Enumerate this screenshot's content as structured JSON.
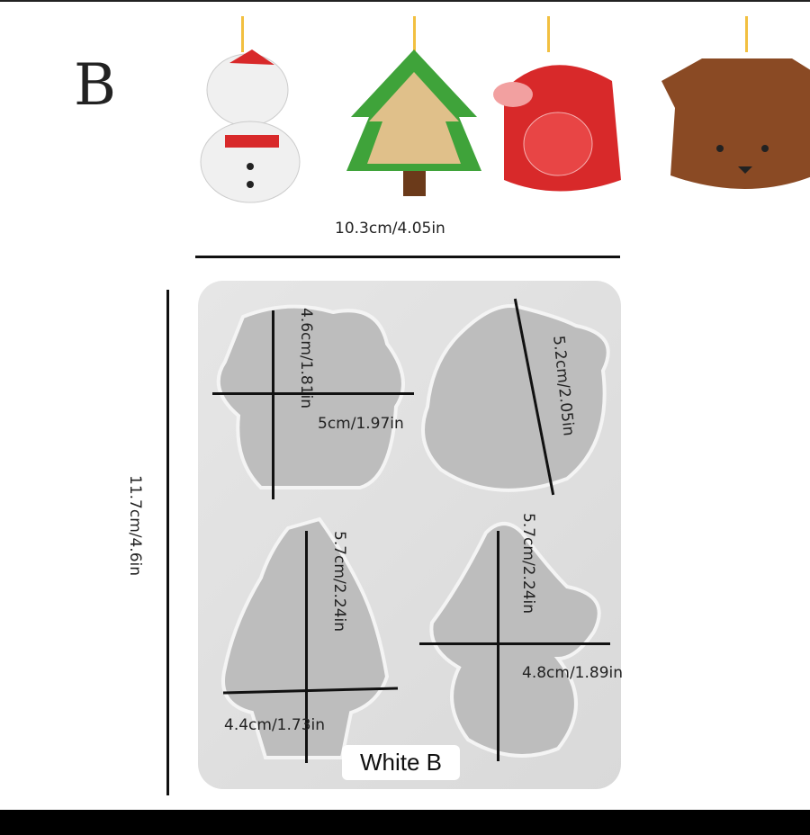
{
  "variant_letter": "B",
  "width_dim": "10.3cm/4.05in",
  "height_dim": "11.7cm/4.6in",
  "cavities": {
    "reindeer": {
      "height": "4.6cm/1.81in",
      "width": "5cm/1.97in"
    },
    "santa": {
      "diagonal": "5.2cm/2.05in"
    },
    "tree": {
      "height": "5.7cm/2.24in",
      "width": "4.4cm/1.73in"
    },
    "snowman": {
      "height": "5.7cm/2.24in",
      "width": "4.8cm/1.89in"
    }
  },
  "color_label": "White B",
  "colors": {
    "snowman": "#f2f2f2",
    "tree": "#3fa33a",
    "santa": "#d8292a",
    "reindeer": "#8a4a24"
  }
}
